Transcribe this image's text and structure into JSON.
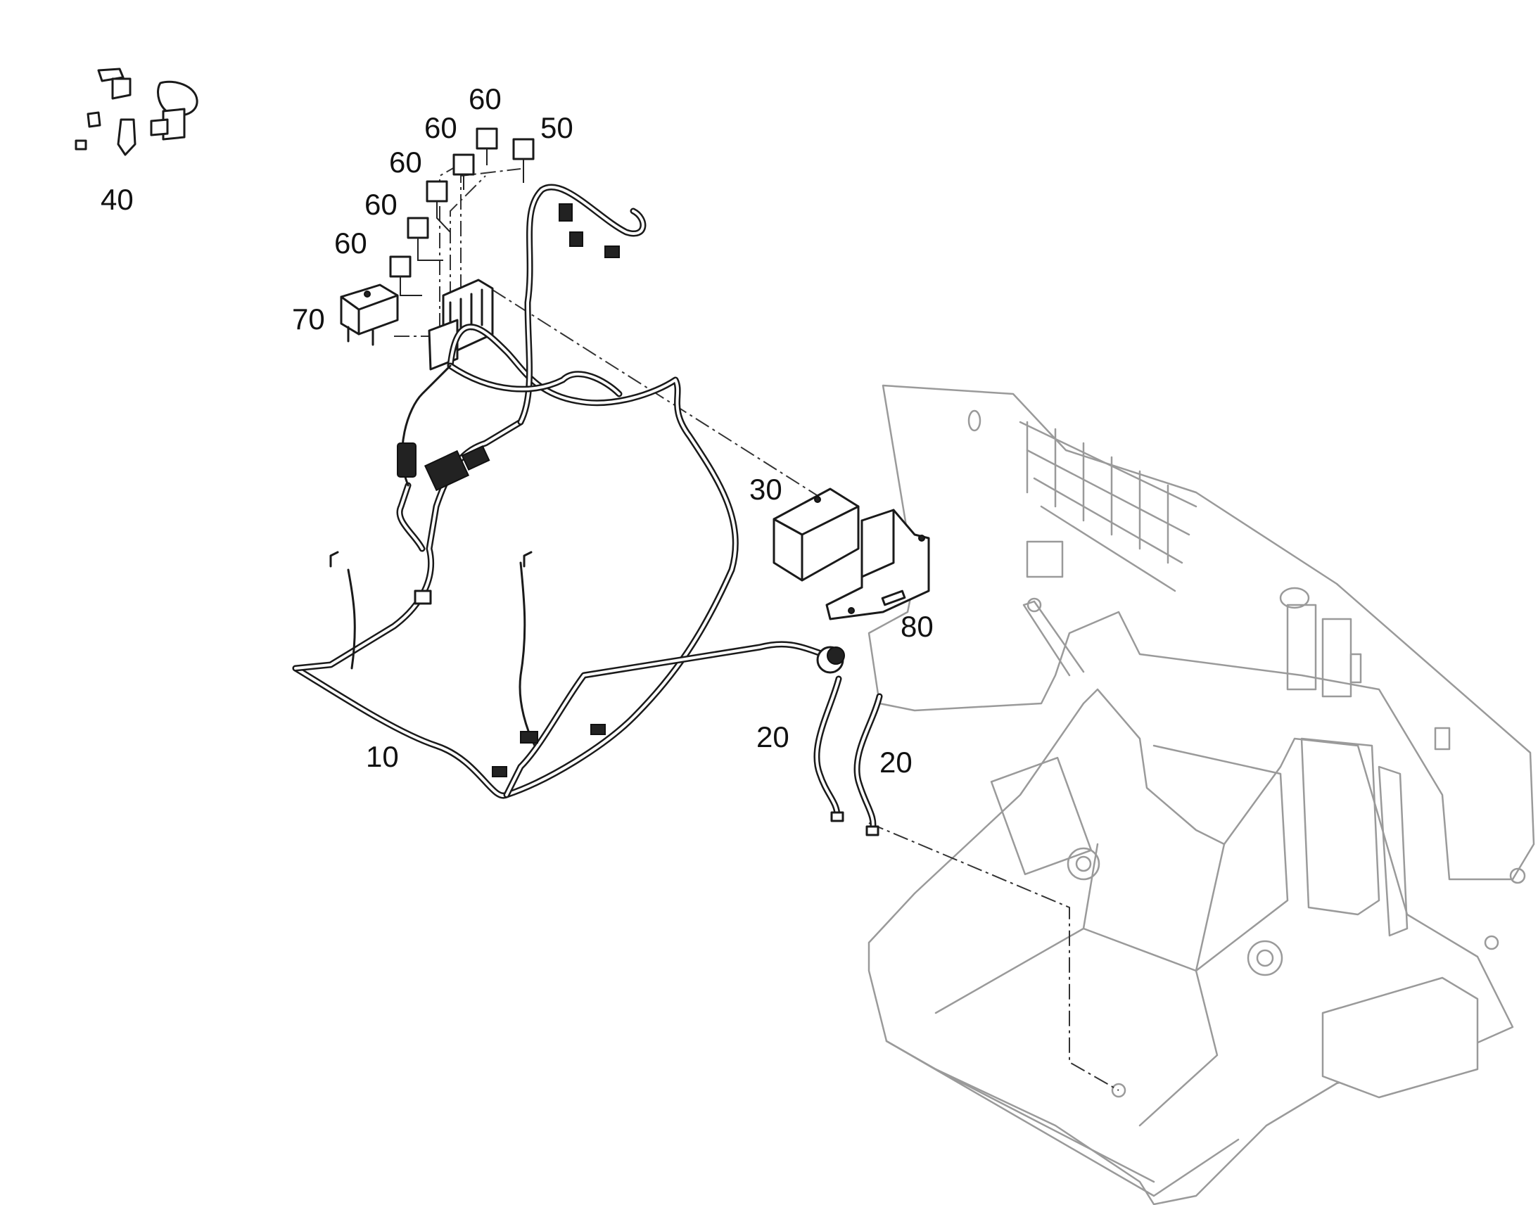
{
  "callouts": {
    "c10": "10",
    "c20a": "20",
    "c20b": "20",
    "c30": "30",
    "c40": "40",
    "c50": "50",
    "c60a": "60",
    "c60b": "60",
    "c60c": "60",
    "c60d": "60",
    "c60e": "60",
    "c70": "70",
    "c80": "80"
  },
  "colors": {
    "line": "#1a1a1a",
    "ghost": "#9a9a9a",
    "background": "#ffffff"
  }
}
